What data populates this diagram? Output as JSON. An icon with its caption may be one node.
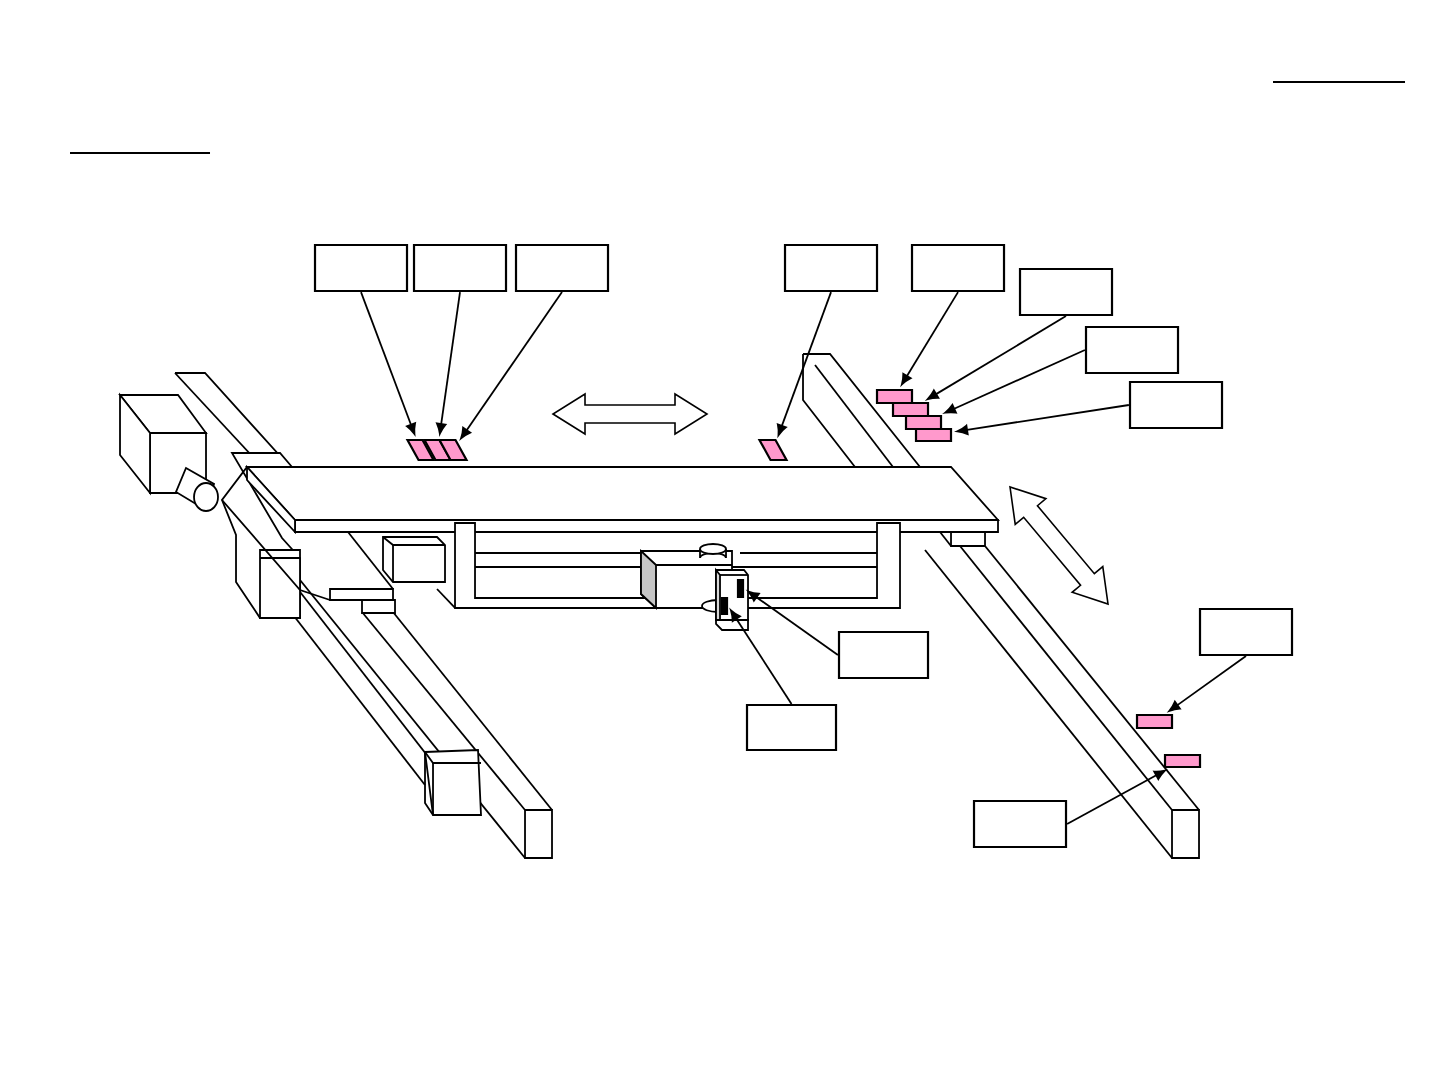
{
  "diagram": {
    "nodes": [
      {
        "text": [],
        "shape": "box"
      },
      {
        "text": [],
        "shape": "box"
      },
      {
        "text": [],
        "shape": "box"
      },
      {
        "text": [],
        "shape": "box"
      },
      {
        "text": [],
        "shape": "box"
      },
      {
        "text": [],
        "shape": "box"
      },
      {
        "text": [],
        "shape": "box"
      },
      {
        "text": [],
        "shape": "box"
      },
      {
        "text": [],
        "shape": "box"
      },
      {
        "text": [],
        "shape": "box"
      },
      {
        "text": [],
        "shape": "box"
      },
      {
        "text": [],
        "shape": "box"
      },
      {
        "text": [],
        "shape": "bar"
      },
      {
        "text": [],
        "shape": "bar"
      },
      {
        "text": [],
        "shape": "bar"
      },
      {
        "text": [],
        "shape": "bar"
      },
      {
        "text": [],
        "shape": "bar"
      },
      {
        "text": [],
        "shape": "bar"
      },
      {
        "text": [],
        "shape": "bar"
      },
      {
        "text": [],
        "shape": "bar"
      },
      {
        "text": [],
        "shape": "bar"
      },
      {
        "text": [],
        "shape": "bar"
      },
      {
        "text": [],
        "shape": "bar"
      },
      {
        "text": [],
        "shape": "bar"
      }
    ],
    "edges": [
      {
        "from": 0,
        "to": 12,
        "arrow": "to"
      },
      {
        "from": 1,
        "to": 13,
        "arrow": "to"
      },
      {
        "from": 2,
        "to": 14,
        "arrow": "to"
      },
      {
        "from": 3,
        "to": 15,
        "arrow": "to"
      },
      {
        "from": 4,
        "to": 16,
        "arrow": "to"
      },
      {
        "from": 5,
        "to": 17,
        "arrow": "to"
      },
      {
        "from": 6,
        "to": 18,
        "arrow": "to"
      },
      {
        "from": 7,
        "to": 19,
        "arrow": "to"
      },
      {
        "from": 8,
        "to": 20,
        "arrow": "to"
      },
      {
        "from": 9,
        "to": 22,
        "arrow": "to"
      },
      {
        "from": 10,
        "to": 23,
        "arrow": "to"
      },
      {
        "from": 11,
        "to": 21,
        "arrow": "to"
      }
    ]
  }
}
